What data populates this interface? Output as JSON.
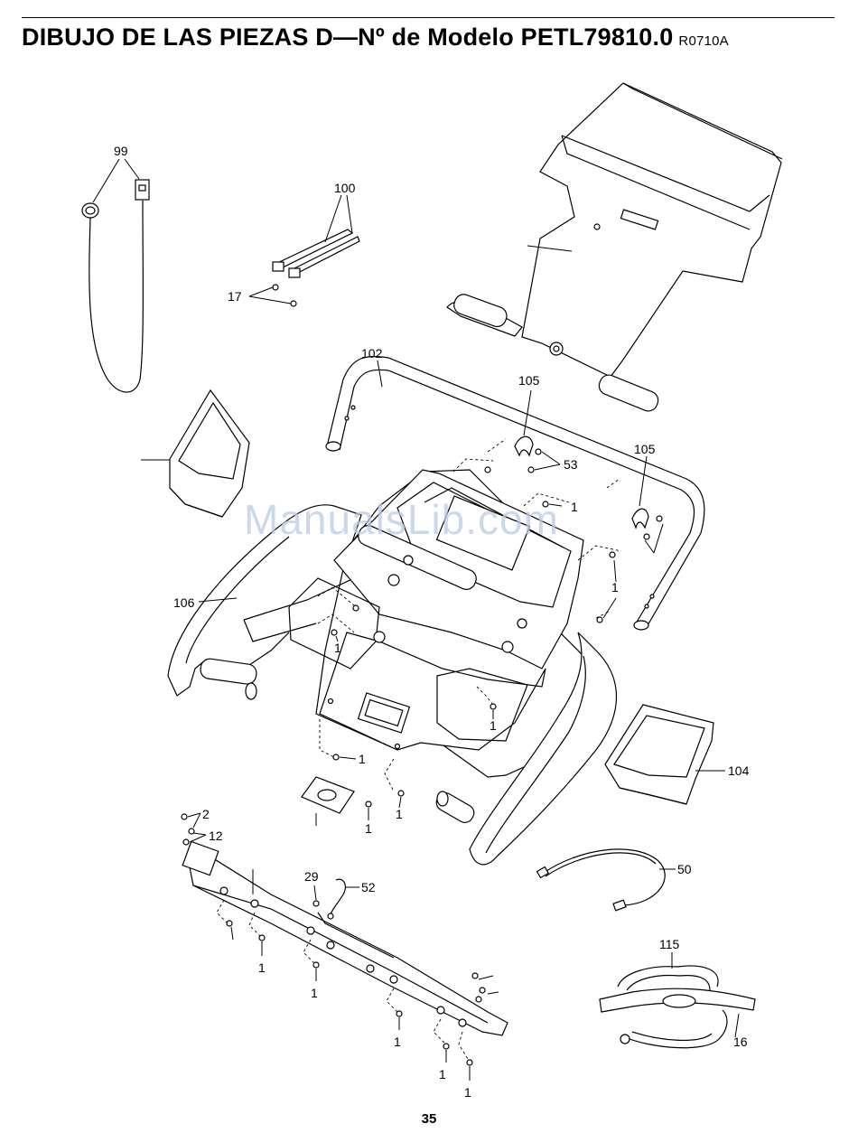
{
  "header": {
    "title": "DIBUJO DE LAS PIEZAS D—Nº de Modelo PETL79810.0",
    "code": "R0710A"
  },
  "watermark": "ManualsLib.com",
  "labels": {
    "l99": "99",
    "l100": "100",
    "l17": "17",
    "l102": "102",
    "l105a": "105",
    "l105b": "105",
    "l53": "53",
    "l1a": "1",
    "l1b": "1",
    "l1c": "1",
    "l1d": "1",
    "l1e": "1",
    "l1f": "1",
    "l1g": "1",
    "l1h": "1",
    "l1i": "1",
    "l1j": "1",
    "l1k": "1",
    "l1l": "1",
    "l106": "106",
    "l104": "104",
    "l2": "2",
    "l12": "12",
    "l29": "29",
    "l52": "52",
    "l50": "50",
    "l115": "115",
    "l16": "16"
  },
  "page_number": "35"
}
